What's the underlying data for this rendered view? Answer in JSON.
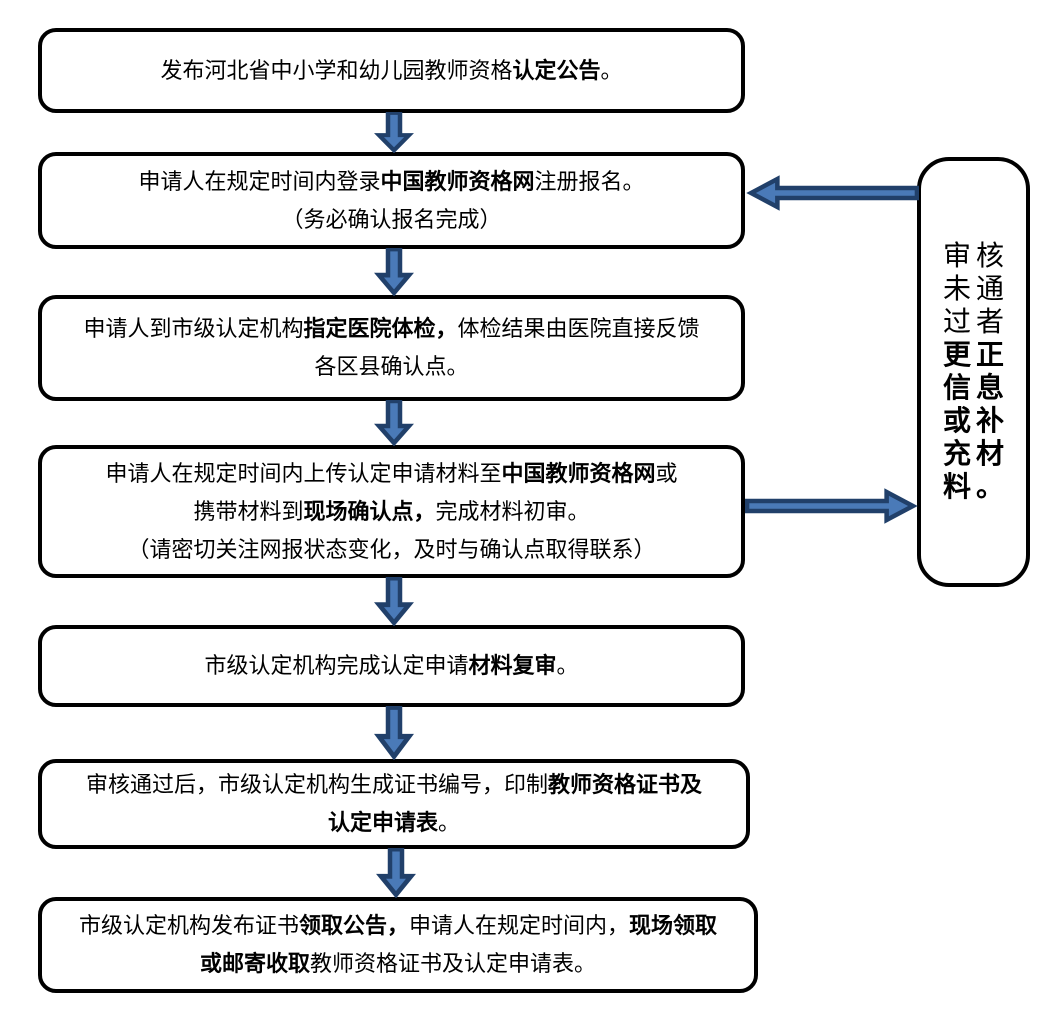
{
  "colors": {
    "background": "#ffffff",
    "box_border": "#000000",
    "text": "#000000",
    "arrow_fill": "#4a7ab8",
    "arrow_outline": "#21406a"
  },
  "icons": {
    "down_arrow": "thick-down-arrow-connector",
    "left_arrow": "thick-left-arrow-connector",
    "right_arrow": "thick-right-arrow-connector"
  },
  "flowchart": {
    "steps": [
      {
        "name": "publish-announcement",
        "lines": [
          [
            {
              "t": "发布河北省中小学和幼儿园教师资格",
              "b": false
            },
            {
              "t": "认定公告",
              "b": true
            },
            {
              "t": "。",
              "b": false
            }
          ]
        ]
      },
      {
        "name": "online-registration",
        "lines": [
          [
            {
              "t": "申请人在规定时间内登录",
              "b": false
            },
            {
              "t": "中国教师资格网",
              "b": true
            },
            {
              "t": "注册报名。",
              "b": false
            }
          ],
          [
            {
              "t": "（务必确认报名完成）",
              "b": false
            }
          ]
        ]
      },
      {
        "name": "physical-examination",
        "lines": [
          [
            {
              "t": "申请人到市级认定机构",
              "b": false
            },
            {
              "t": "指定医院体检，",
              "b": true
            },
            {
              "t": "体检结果由医院直接反馈",
              "b": false
            }
          ],
          [
            {
              "t": "各区县确认点。",
              "b": false
            }
          ]
        ]
      },
      {
        "name": "submit-materials-first-review",
        "lines": [
          [
            {
              "t": "申请人在规定时间内上传认定申请材料至",
              "b": false
            },
            {
              "t": "中国教师资格网",
              "b": true
            },
            {
              "t": "或",
              "b": false
            }
          ],
          [
            {
              "t": "携带材料到",
              "b": false
            },
            {
              "t": "现场确认点，",
              "b": true
            },
            {
              "t": "完成材料初审。",
              "b": false
            }
          ],
          [
            {
              "t": "（请密切关注网报状态变化，及时与确认点取得联系）",
              "b": false
            }
          ]
        ]
      },
      {
        "name": "material-re-review",
        "lines": [
          [
            {
              "t": "市级认定机构完成认定申请",
              "b": false
            },
            {
              "t": "材料复审",
              "b": true
            },
            {
              "t": "。",
              "b": false
            }
          ]
        ]
      },
      {
        "name": "certificate-printing",
        "lines": [
          [
            {
              "t": "审核通过后，市级认定机构生成证书编号，印制",
              "b": false
            },
            {
              "t": "教师资格证书及",
              "b": true
            }
          ],
          [
            {
              "t": "认定申请表",
              "b": true
            },
            {
              "t": "。",
              "b": false
            }
          ]
        ]
      },
      {
        "name": "certificate-collection",
        "lines": [
          [
            {
              "t": "市级认定机构发布证书",
              "b": false
            },
            {
              "t": "领取公告，",
              "b": true
            },
            {
              "t": "申请人在规定时间内，",
              "b": false
            },
            {
              "t": "现场领取",
              "b": true
            }
          ],
          [
            {
              "t": "或邮寄收取",
              "b": true
            },
            {
              "t": "教师资格证书及认定申请表。",
              "b": false
            }
          ]
        ]
      }
    ],
    "side_note": {
      "name": "review-not-passed-note",
      "lines": [
        [
          {
            "t": "审核",
            "b": false
          }
        ],
        [
          {
            "t": "未通",
            "b": false
          }
        ],
        [
          {
            "t": "过者",
            "b": false
          }
        ],
        [
          {
            "t": "更正",
            "b": true
          }
        ],
        [
          {
            "t": "信息",
            "b": true
          }
        ],
        [
          {
            "t": "或补",
            "b": true
          }
        ],
        [
          {
            "t": "充材",
            "b": true
          }
        ],
        [
          {
            "t": "料。",
            "b": true
          }
        ]
      ]
    }
  }
}
